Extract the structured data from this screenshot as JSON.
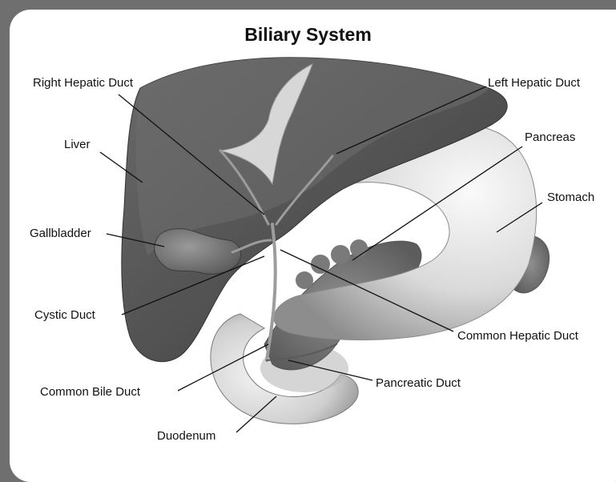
{
  "title": "Biliary System",
  "labels": {
    "right_hepatic_duct": "Right Hepatic Duct",
    "left_hepatic_duct": "Left Hepatic Duct",
    "liver": "Liver",
    "pancreas": "Pancreas",
    "stomach": "Stomach",
    "gallbladder": "Gallbladder",
    "cystic_duct": "Cystic Duct",
    "common_hepatic_duct": "Common Hepatic Duct",
    "common_bile_duct": "Common Bile Duct",
    "pancreatic_duct": "Pancreatic Duct",
    "duodenum": "Duodenum"
  }
}
